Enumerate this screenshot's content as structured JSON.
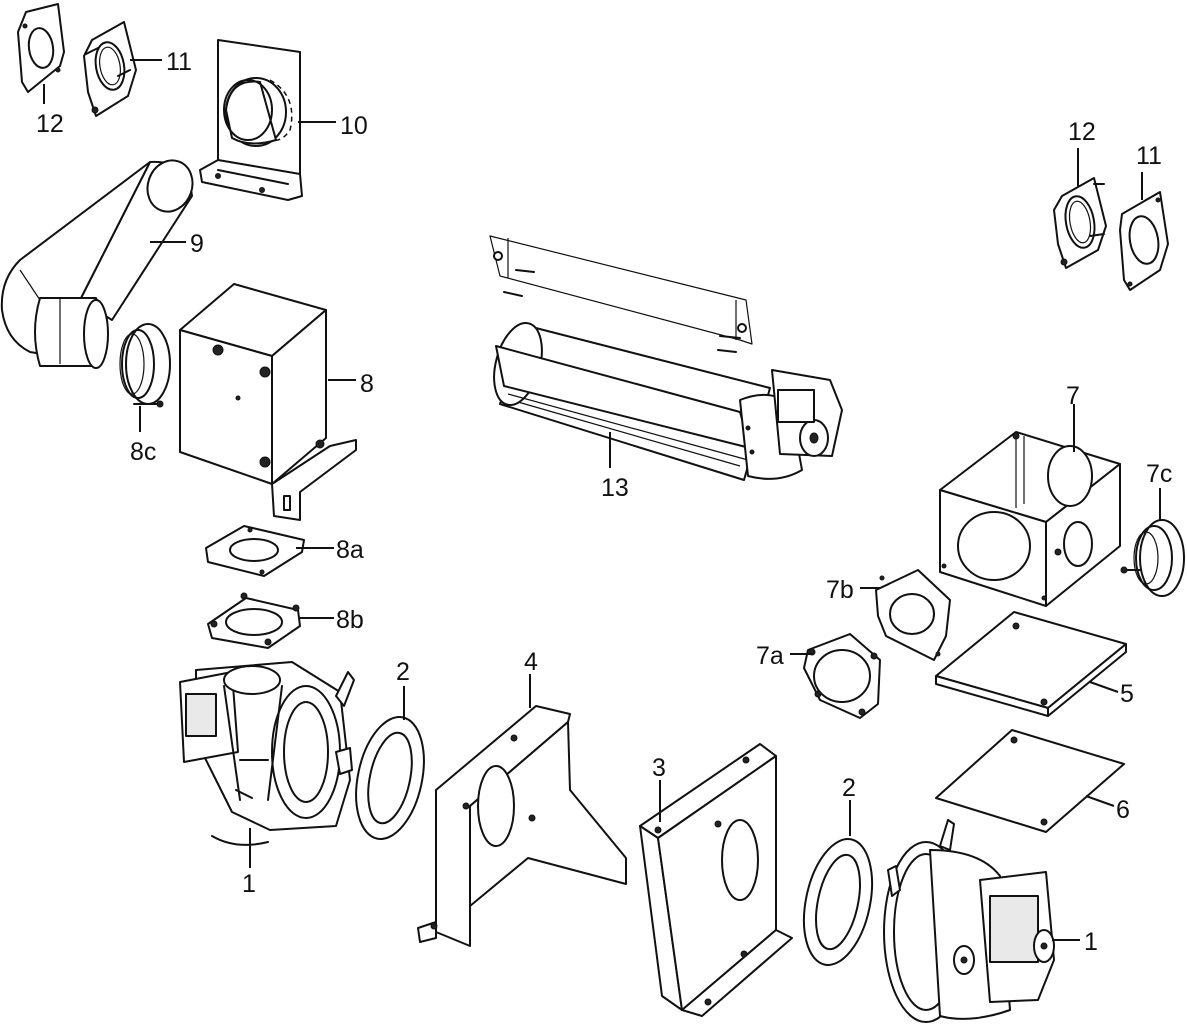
{
  "labels": {
    "p12_left": "12",
    "p11_left": "11",
    "p10": "10",
    "p9": "9",
    "p8": "8",
    "p8c": "8c",
    "p8a": "8a",
    "p8b": "8b",
    "p13": "13",
    "p12_right": "12",
    "p11_right": "11",
    "p7": "7",
    "p7c": "7c",
    "p7b": "7b",
    "p7a": "7a",
    "p5": "5",
    "p6": "6",
    "p2_left": "2",
    "p4": "4",
    "p3": "3",
    "p2_right": "2",
    "p1_left": "1",
    "p1_right": "1"
  }
}
